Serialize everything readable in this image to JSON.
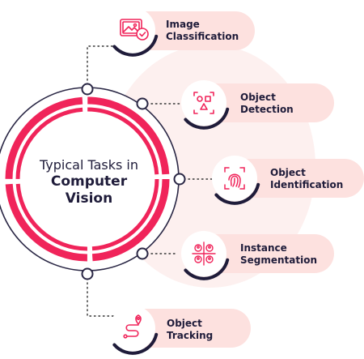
{
  "center": {
    "line1": "Typical Tasks in",
    "line2": "Computer",
    "line3": "Vision"
  },
  "tasks": [
    {
      "line1": "Image",
      "line2": "Classification",
      "icon": "image-check-icon"
    },
    {
      "line1": "Object",
      "line2": "Detection",
      "icon": "object-detection-icon"
    },
    {
      "line1": "Object",
      "line2": "Identification",
      "icon": "fingerprint-icon"
    },
    {
      "line1": "Instance",
      "line2": "Segmentation",
      "icon": "segmentation-grid-icon"
    },
    {
      "line1": "Object",
      "line2": "Tracking",
      "icon": "route-pin-icon"
    }
  ],
  "colors": {
    "accent": "#f0245a",
    "pill": "#fde1df",
    "dark": "#1f1c3a",
    "glow": "#fdeeed"
  }
}
